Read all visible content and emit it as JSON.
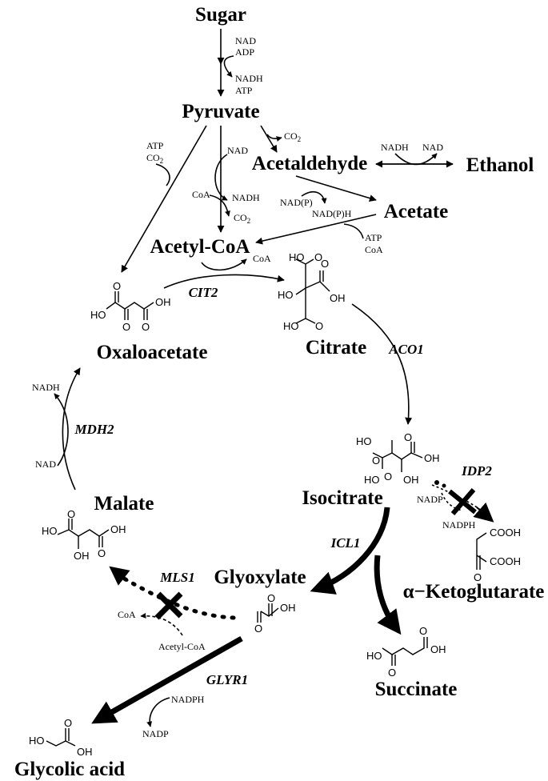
{
  "metabolites": {
    "sugar": "Sugar",
    "pyruvate": "Pyruvate",
    "acetaldehyde": "Acetaldehyde",
    "ethanol": "Ethanol",
    "acetate": "Acetate",
    "acetyl_coa": "Acetyl-CoA",
    "oxaloacetate": "Oxaloacetate",
    "citrate": "Citrate",
    "isocitrate": "Isocitrate",
    "alpha_ketoglutarate": "α−Ketoglutarate",
    "malate": "Malate",
    "glyoxylate": "Glyoxylate",
    "succinate": "Succinate",
    "glycolic_acid": "Glycolic acid"
  },
  "enzymes": {
    "cit2": "CIT2",
    "aco1": "ACO1",
    "idp2": "IDP2",
    "icl1": "ICL1",
    "mls1": "MLS1",
    "mdh2": "MDH2",
    "glyr1": "GLYR1"
  },
  "cofactors": {
    "nad": "NAD",
    "adp": "ADP",
    "nadh": "NADH",
    "atp": "ATP",
    "co2": "CO",
    "co2_sub": "2",
    "coa": "CoA",
    "nadp_paren": "NAD(P)",
    "nadph_paren": "NAD(P)H",
    "nadp": "NADP",
    "nadph": "NADPH",
    "acetyl_coa_small": "Acetyl-CoA"
  },
  "atoms": {
    "O": "O",
    "OH": "OH",
    "HO": "HO",
    "COOH": "COOH"
  },
  "colors": {
    "line": "#000000",
    "background": "#ffffff"
  }
}
